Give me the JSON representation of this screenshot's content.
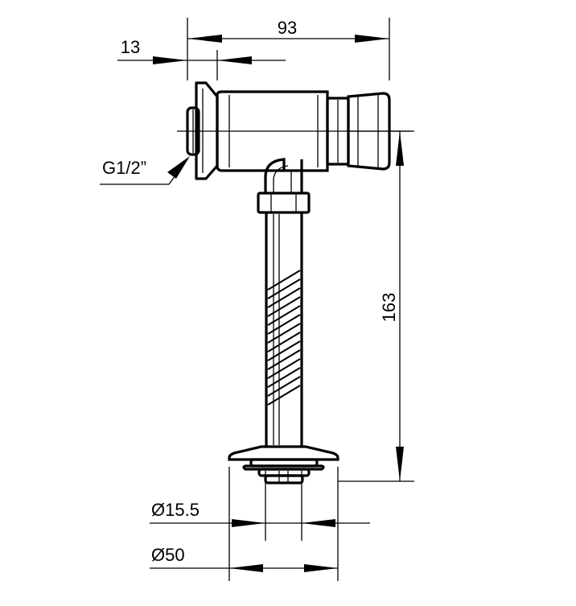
{
  "dimensions": {
    "overall_width": "93",
    "flange_offset": "13",
    "thread": "G1/2”",
    "height": "163",
    "pipe_diameter": "Ø15.5",
    "rosette_diameter": "Ø50"
  }
}
